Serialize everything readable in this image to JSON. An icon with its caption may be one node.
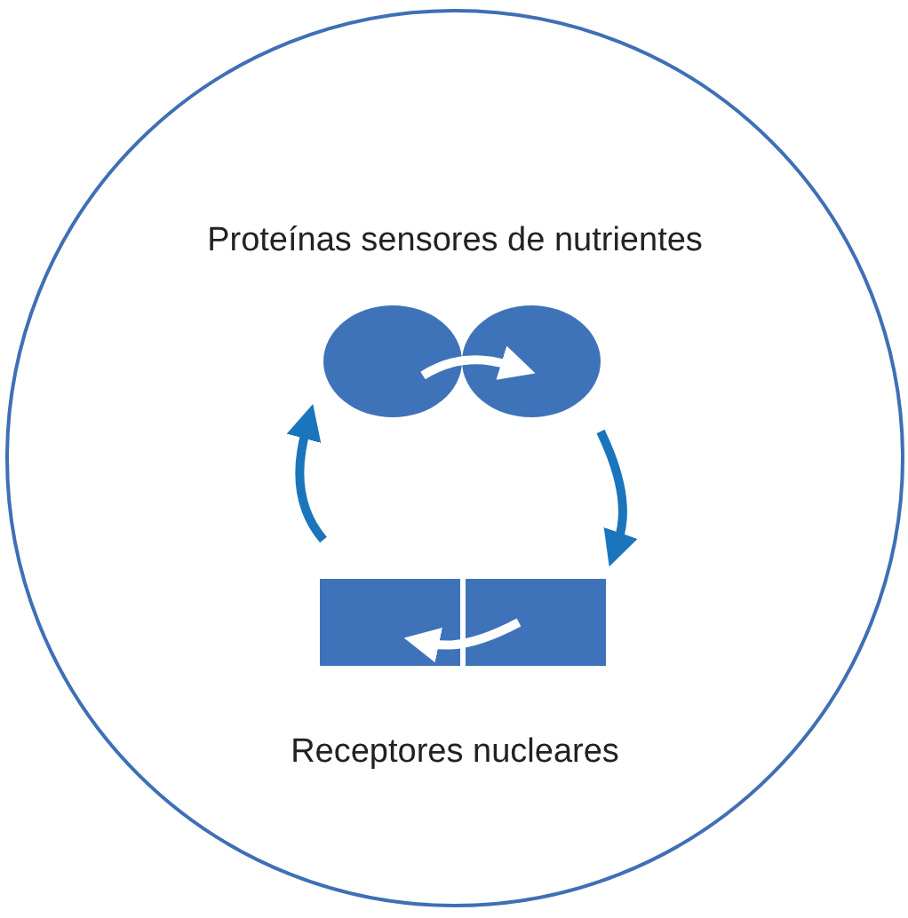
{
  "diagram": {
    "nodes": [
      {
        "text": [
          "Proteínas sensores de nutrientes",
          "Receptores nucleares"
        ]
      },
      {
        "text": [],
        "shape": "ellipse",
        "in": 0
      },
      {
        "text": [],
        "shape": "ellipse",
        "in": 0
      },
      {
        "text": [],
        "shape": "box",
        "in": 0
      },
      {
        "text": [],
        "shape": "box",
        "in": 0
      }
    ],
    "edges": [
      {
        "from": 1,
        "to": 2,
        "arrow": "to",
        "color": "#ffffff"
      },
      {
        "from": 2,
        "to": 4,
        "arrow": "to",
        "color": "#1a75bc"
      },
      {
        "from": 4,
        "to": 3,
        "arrow": "to",
        "color": "#ffffff"
      },
      {
        "from": 3,
        "to": 1,
        "arrow": "to",
        "color": "#1a75bc"
      }
    ]
  }
}
